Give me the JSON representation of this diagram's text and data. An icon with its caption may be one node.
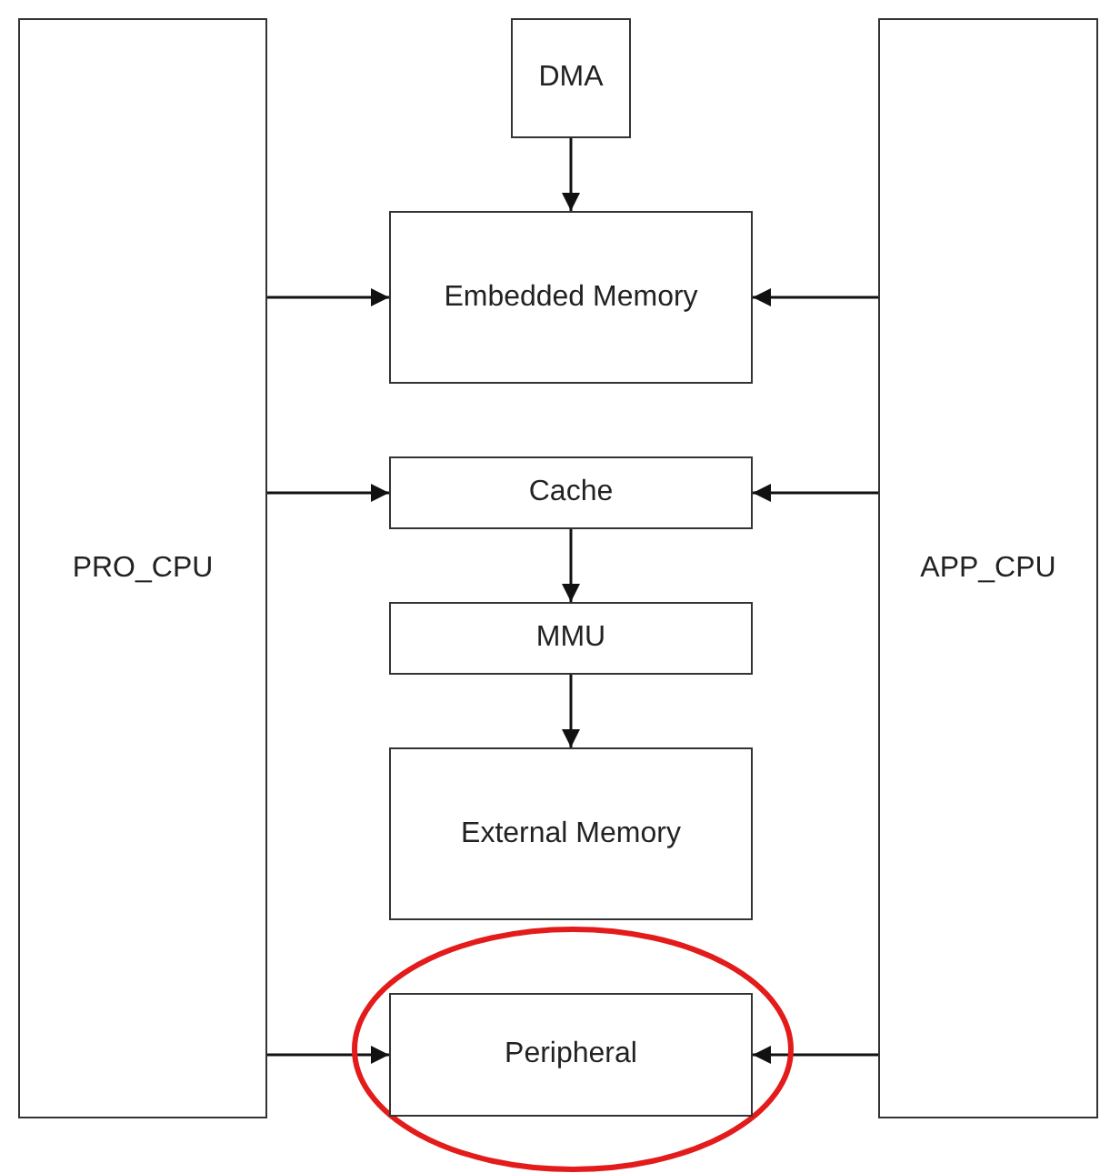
{
  "diagram": {
    "nodes": [
      {
        "text": [
          "PRO_CPU"
        ]
      },
      {
        "text": [
          "DMA"
        ]
      },
      {
        "text": [
          "Embedded Memory"
        ]
      },
      {
        "text": [
          "Cache"
        ]
      },
      {
        "text": [
          "MMU"
        ]
      },
      {
        "text": [
          "External Memory"
        ]
      },
      {
        "text": [
          "Peripheral"
        ]
      },
      {
        "text": [
          "APP_CPU"
        ]
      }
    ],
    "edges": [
      {
        "from": 1,
        "to": 2,
        "arrow": "to"
      },
      {
        "from": 0,
        "to": 2,
        "arrow": "to"
      },
      {
        "from": 7,
        "to": 2,
        "arrow": "to"
      },
      {
        "from": 0,
        "to": 3,
        "arrow": "to"
      },
      {
        "from": 7,
        "to": 3,
        "arrow": "to"
      },
      {
        "from": 3,
        "to": 4,
        "arrow": "to"
      },
      {
        "from": 4,
        "to": 5,
        "arrow": "to"
      },
      {
        "from": 0,
        "to": 6,
        "arrow": "to"
      },
      {
        "from": 7,
        "to": 6,
        "arrow": "to"
      }
    ]
  }
}
